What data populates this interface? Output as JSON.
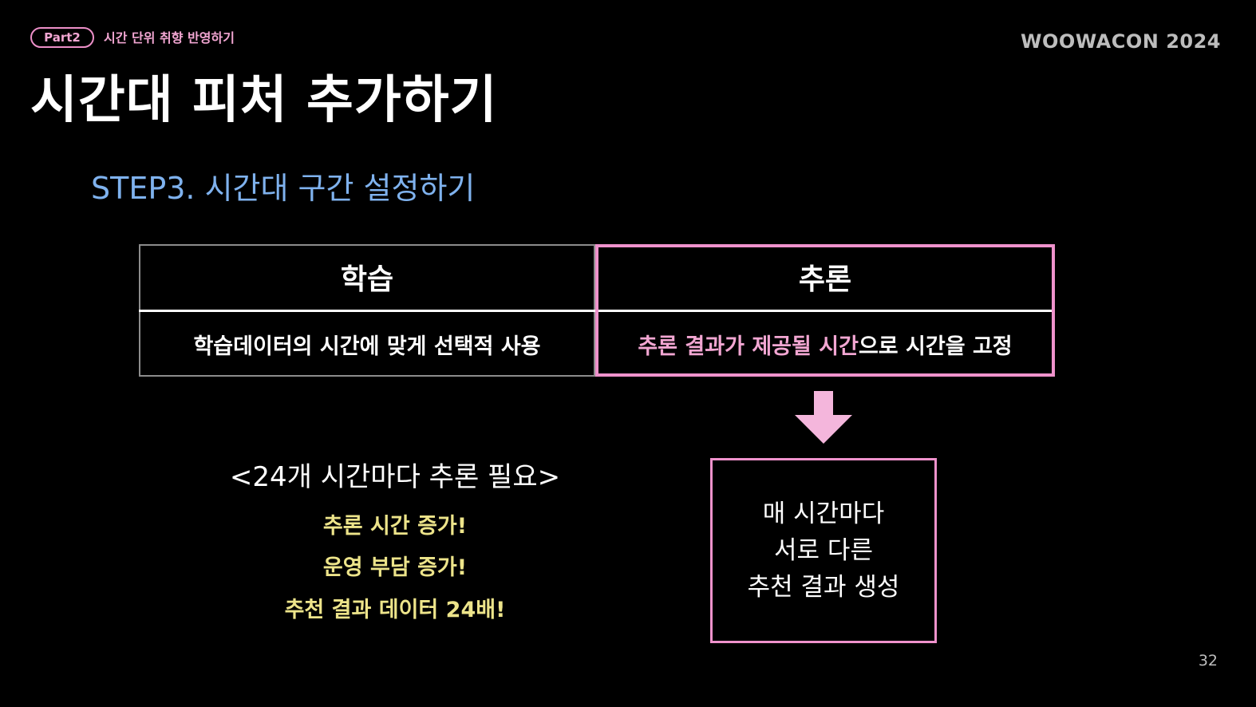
{
  "header": {
    "part_label": "Part2",
    "part_title": "시간 단위 취향 반영하기",
    "brand": "WOOWACON 2024"
  },
  "slide": {
    "title": "시간대 피처 추가하기",
    "step": "STEP3. 시간대 구간 설정하기",
    "page_number": "32"
  },
  "table": {
    "headers": [
      "학습",
      "추론"
    ],
    "train_text": "학습데이터의 시간에 맞게 선택적 사용",
    "infer_text_highlight": "추론 결과가 제공될 시간",
    "infer_text_rest": "으로 시간을 고정"
  },
  "notes": {
    "title": "<24개 시간마다 추론 필요>",
    "items": [
      "추론 시간 증가!",
      "운영 부담 증가!",
      "추천 결과 데이터 24배!"
    ]
  },
  "result": {
    "lines": [
      "매 시간마다",
      "서로 다른",
      "추천 결과 생성"
    ]
  },
  "colors": {
    "accent_pink": "#ef92cc",
    "accent_blue": "#7fb2ee",
    "accent_yellow": "#ede48a",
    "background": "#000000"
  },
  "icons": {
    "arrow": "arrow-down-icon"
  }
}
